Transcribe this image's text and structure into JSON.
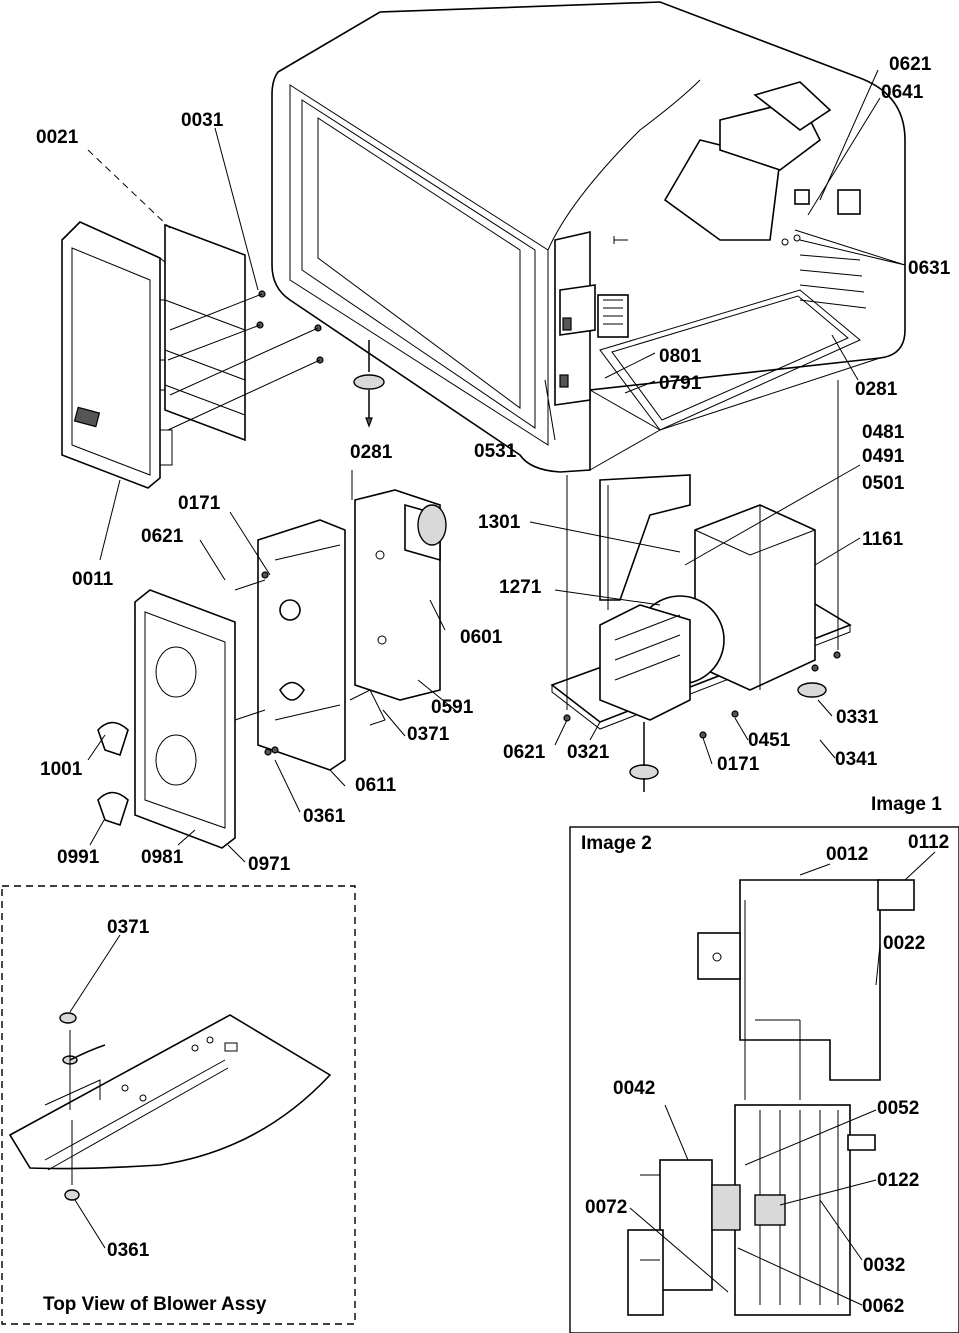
{
  "labels": {
    "l0021": "0021",
    "l0031": "0031",
    "l0011": "0011",
    "l0281a": "0281",
    "l0281b": "0281",
    "l0621a": "0621",
    "l0641": "0641",
    "l0631": "0631",
    "l0801": "0801",
    "l0791": "0791",
    "l0531": "0531",
    "l0481": "0481",
    "l0491": "0491",
    "l0501": "0501",
    "l1301": "1301",
    "l1161": "1161",
    "l1271": "1271",
    "l0171a": "0171",
    "l0621b": "0621",
    "l0601": "0601",
    "l0591": "0591",
    "l0371a": "0371",
    "l1001": "1001",
    "l0611": "0611",
    "l0361a": "0361",
    "l0991": "0991",
    "l0981": "0981",
    "l0971": "0971",
    "l0621c": "0621",
    "l0321": "0321",
    "l0171b": "0171",
    "l0451": "0451",
    "l0331": "0331",
    "l0341": "0341",
    "l0371b": "0371",
    "l0361b": "0361",
    "l0012": "0012",
    "l0112": "0112",
    "l0022": "0022",
    "l0042": "0042",
    "l0052": "0052",
    "l0122": "0122",
    "l0072": "0072",
    "l0032": "0032",
    "l0062": "0062"
  },
  "captions": {
    "image1": "Image 1",
    "image2": "Image 2",
    "blower": "Top View of Blower Assy"
  }
}
